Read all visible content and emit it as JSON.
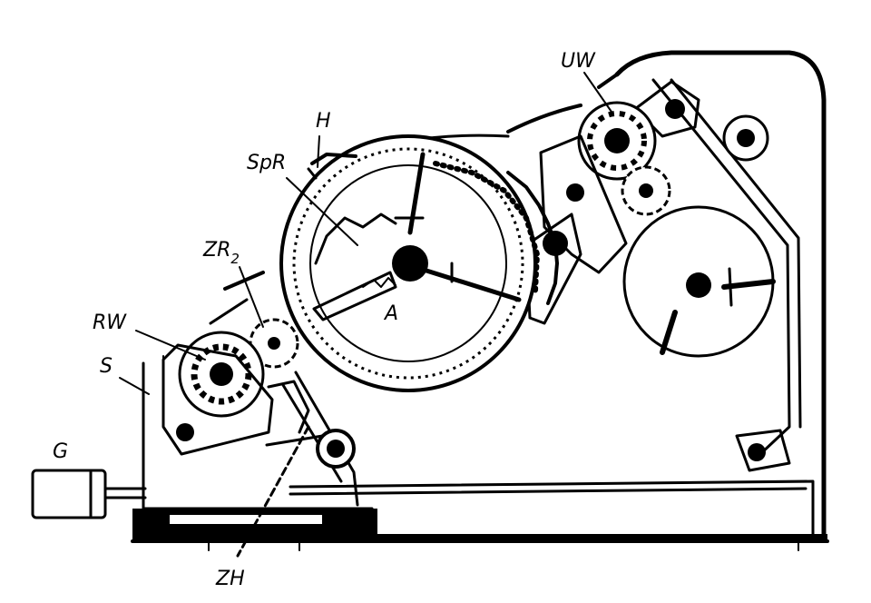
{
  "labels": {
    "uw": "UW",
    "h": "H",
    "spr": "SpR",
    "zr2": {
      "base": "ZR",
      "subscript": "2"
    },
    "a": "A",
    "rw": "RW",
    "s": "S",
    "g": "G",
    "zh": "ZH"
  },
  "colors": {
    "ink": "#000000",
    "paper": "#ffffff"
  }
}
